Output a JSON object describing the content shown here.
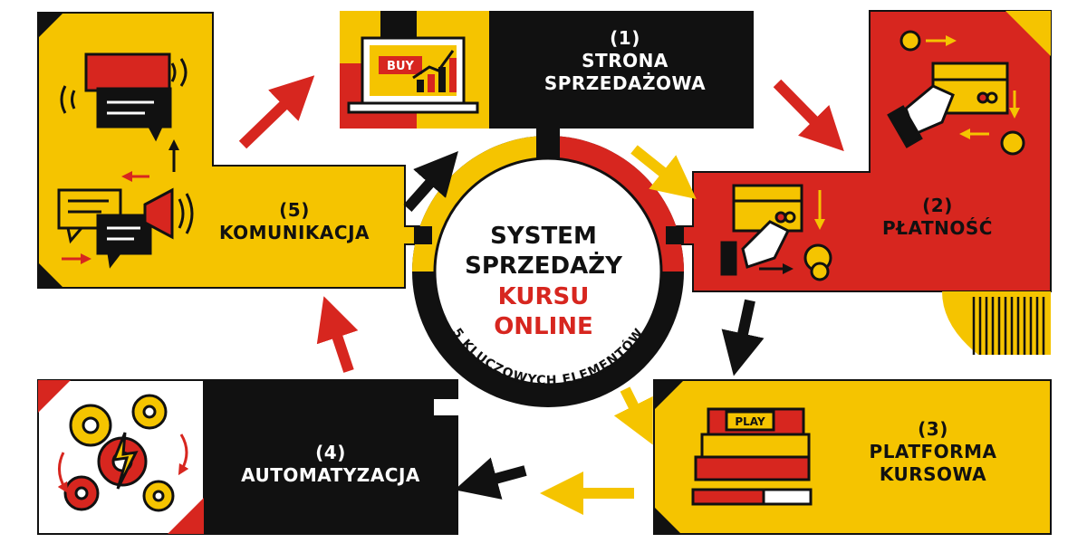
{
  "colors": {
    "yellow": "#f5c400",
    "red": "#d7261f",
    "black": "#111111",
    "white": "#ffffff"
  },
  "center": {
    "line1": "SYSTEM",
    "line2": "SPRZEDAŻY",
    "line3": "KURSU",
    "line4": "ONLINE",
    "arc_text": "5 KLUCZOWYCH ELEMENTÓW"
  },
  "steps": [
    {
      "number": "(1)",
      "title_lines": [
        "STRONA",
        "SPRZEDAŻOWA"
      ],
      "icon": "laptop-buy-chart-icon",
      "icon_text": "BUY"
    },
    {
      "number": "(2)",
      "title_lines": [
        "PŁATNOŚĆ"
      ],
      "icon": "card-payment-icon"
    },
    {
      "number": "(3)",
      "title_lines": [
        "PLATFORMA",
        "KURSOWA"
      ],
      "icon": "course-books-play-icon",
      "icon_text": "PLAY"
    },
    {
      "number": "(4)",
      "title_lines": [
        "AUTOMATYZACJA"
      ],
      "icon": "gears-automation-icon"
    },
    {
      "number": "(5)",
      "title_lines": [
        "KOMUNIKACJA"
      ],
      "icon": "chat-megaphone-icon"
    }
  ]
}
